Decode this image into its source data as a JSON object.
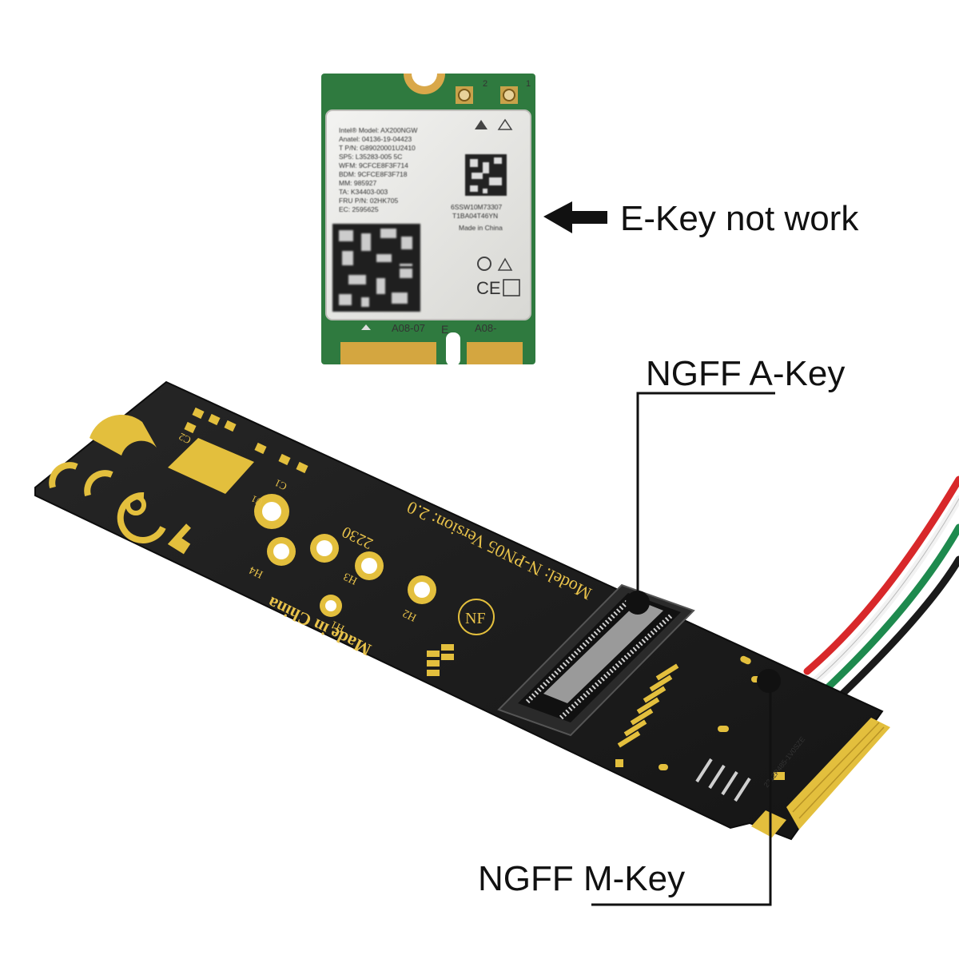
{
  "callouts": {
    "ekey": "E-Key not work",
    "akey": "NGFF A-Key",
    "mkey": "NGFF M-Key"
  },
  "wifi_card": {
    "label_lines": [
      "Intel® Model: AX200NGW",
      "Anatel: 04136-19-04423",
      "T P/N: G89020001U2410",
      "SP5: L35283-005   5C",
      "WFM: 9CFCE8F3F714",
      "BDM: 9CFCE8F3F718",
      "MM: 985927",
      "TA: K34403-003",
      "FRU P/N: 02HK705",
      "EC: 2595625"
    ],
    "side_lines": [
      "6SSW10M73307",
      "T1BA04T46YN",
      "Made in China"
    ],
    "edge_left": "A08-07",
    "edge_right": "A08-",
    "edge_mark": "E",
    "antenna_1": "1",
    "antenna_2": "2"
  },
  "adapter_board": {
    "model_text": "Model: N-PN05 Version: 2.0",
    "size_text": "2230",
    "made_in": "Made in China",
    "hole_labels": [
      "H1",
      "H2",
      "H3",
      "H4"
    ],
    "cap_labels": [
      "C1",
      "C2"
    ],
    "ic_label": "U1",
    "logo": "NF",
    "serial": "2312P485-1V0SZE"
  },
  "colors": {
    "pcb_black": "#1c1c1c",
    "gold": "#e3bf3d",
    "wifi_green": "#2f7a3f",
    "wire_red": "#d8282a",
    "wire_white": "#f2f2f2",
    "wire_green": "#1e8a4e",
    "wire_black": "#1a1a1a"
  }
}
